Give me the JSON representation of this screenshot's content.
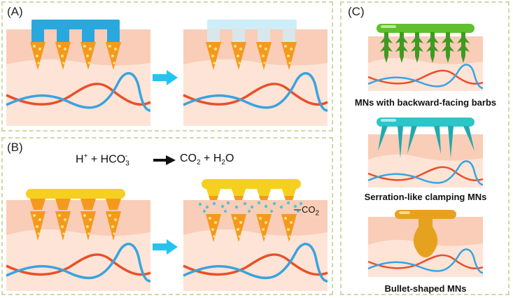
{
  "panels": {
    "a": {
      "label": "(A)"
    },
    "b": {
      "label": "(B)",
      "equation": {
        "h": "H",
        "h_charge": "+",
        "plus": "+",
        "hco": "HCO",
        "hco_sub": "3",
        "hco_charge": "-",
        "co2": "CO",
        "co2_sub": "2",
        "plus2": "+",
        "h2o_h": "H",
        "h2o_sub": "2",
        "h2o_o": "O"
      },
      "co2_label": {
        "text": "CO",
        "sub": "2"
      }
    },
    "c": {
      "label": "(C)",
      "captions": [
        "MNs with backward-facing barbs",
        "Serration-like clamping MNs",
        "Bullet-shaped MNs"
      ]
    }
  },
  "colors": {
    "skin_light": "#fde4d6",
    "skin_dark": "#f7c6ae",
    "backing_blue": "#29a8e0",
    "backing_faded": "#cdeef9",
    "backing_yellow": "#f5d020",
    "needle_orange": "#f39a1e",
    "dot_yellow": "#ffe27a",
    "arrow_cyan": "#26c3ee",
    "vessel_red": "#e8502a",
    "vessel_blue": "#3aa3e0",
    "barb_green": "#5fbf2d",
    "spike_teal": "#2cc6c9",
    "bullet_gold": "#e6a21f",
    "bubble_teal": "#4ec6d6",
    "panel_border": "#cfd9a6"
  },
  "icons": [
    "arrow-right-icon",
    "reaction-arrow-icon"
  ]
}
